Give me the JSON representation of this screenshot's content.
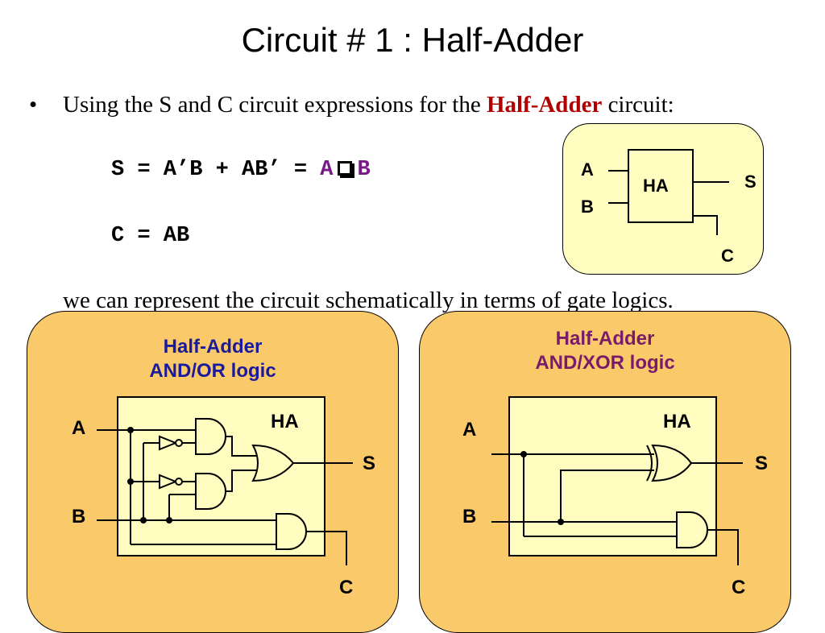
{
  "title": "Circuit # 1 : Half-Adder",
  "bullet": {
    "marker": "•",
    "text_before": "Using the S and C circuit expressions for the ",
    "highlight": "Half-Adder",
    "text_after": " circuit:"
  },
  "equations": {
    "s_prefix": "S = A’B + AB’ = ",
    "s_a": "A",
    "s_b": "B",
    "c": "C = AB"
  },
  "represent_text": "we can represent the circuit schematically in terms of gate logics.",
  "block": {
    "a": "A",
    "b": "B",
    "box": "HA",
    "s": "S",
    "c": "C"
  },
  "left_panel": {
    "title_line1": "Half-Adder",
    "title_line2": "AND/OR logic",
    "title_color": "#1a1a9c",
    "a": "A",
    "b": "B",
    "ha": "HA",
    "s": "S",
    "c": "C"
  },
  "right_panel": {
    "title_line1": "Half-Adder",
    "title_line2": "AND/XOR logic",
    "title_color": "#7a1a6a",
    "a": "A",
    "b": "B",
    "ha": "HA",
    "s": "S",
    "c": "C"
  },
  "colors": {
    "panel_fill": "#fac96a",
    "box_fill": "#fffdc0",
    "highlight": "#b00000",
    "xor_symbol": "#7a1a8a"
  }
}
